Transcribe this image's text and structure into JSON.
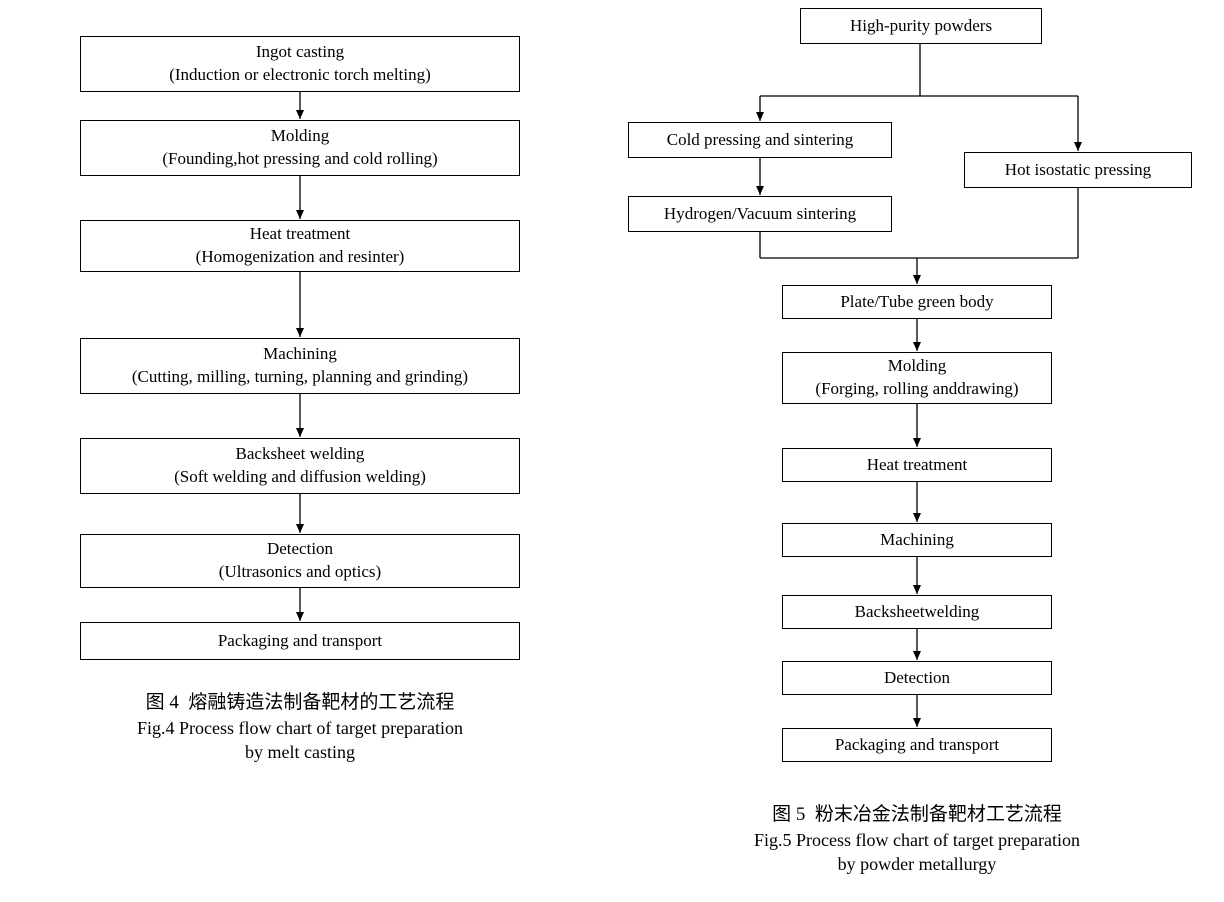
{
  "colors": {
    "background": "#ffffff",
    "box_border": "#000000",
    "line": "#000000",
    "text": "#000000"
  },
  "figure4": {
    "steps": [
      {
        "title": "Ingot casting",
        "subtitle": "(Induction or electronic torch melting)"
      },
      {
        "title": "Molding",
        "subtitle": "(Founding,hot pressing and cold rolling)"
      },
      {
        "title": "Heat treatment",
        "subtitle": "(Homogenization and resinter)"
      },
      {
        "title": "Machining",
        "subtitle": "(Cutting, milling, turning, planning and grinding)"
      },
      {
        "title": "Backsheet welding",
        "subtitle": "(Soft welding and diffusion welding)"
      },
      {
        "title": "Detection",
        "subtitle": "(Ultrasonics and optics)"
      },
      {
        "title": "Packaging and transport",
        "subtitle": ""
      }
    ],
    "caption": {
      "cn": "图 4  熔融铸造法制备靶材的工艺流程",
      "en1": "Fig.4 Process flow chart of target preparation",
      "en2": "by melt casting"
    }
  },
  "figure5": {
    "nodes": {
      "high_purity_powders": "High-purity powders",
      "cold_pressing": "Cold pressing and sintering",
      "hydrogen_vacuum": "Hydrogen/Vacuum sintering",
      "hot_isostatic": "Hot isostatic pressing",
      "green_body": "Plate/Tube green body",
      "molding_title": "Molding",
      "molding_subtitle": "(Forging, rolling anddrawing)",
      "heat_treatment": "Heat treatment",
      "machining": "Machining",
      "backsheet_welding": "Backsheetwelding",
      "detection": "Detection",
      "packaging": "Packaging and transport"
    },
    "caption": {
      "cn": "图 5  粉末冶金法制备靶材工艺流程",
      "en1": "Fig.5 Process flow chart of target preparation",
      "en2": "by powder metallurgy"
    }
  }
}
